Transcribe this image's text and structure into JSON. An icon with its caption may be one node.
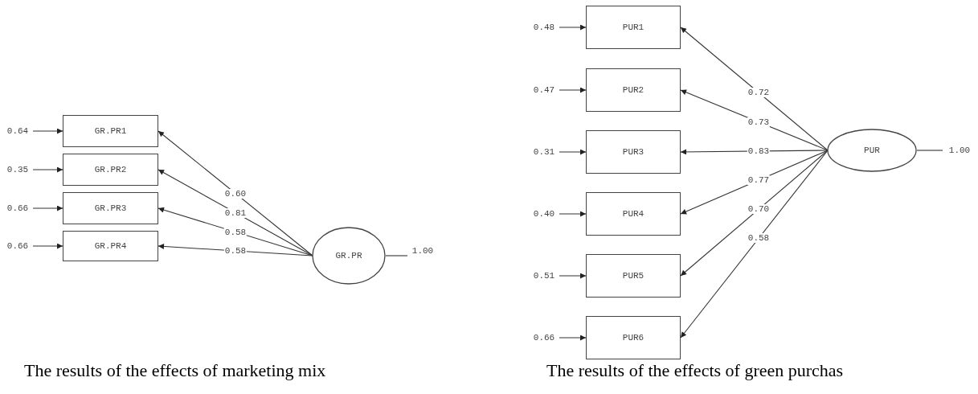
{
  "diagram": {
    "nodes": [
      {
        "text": [
          "GR.PR1"
        ]
      },
      {
        "text": [
          "GR.PR2"
        ]
      },
      {
        "text": [
          "GR.PR3"
        ]
      },
      {
        "text": [
          "GR.PR4"
        ]
      },
      {
        "text": [
          "GR.PR"
        ]
      },
      {
        "text": [
          "0.64"
        ]
      },
      {
        "text": [
          "0.35"
        ]
      },
      {
        "text": [
          "0.66"
        ]
      },
      {
        "text": [
          "0.66"
        ]
      },
      {
        "text": [
          "1.00"
        ]
      },
      {
        "text": [
          "PUR1"
        ]
      },
      {
        "text": [
          "PUR2"
        ]
      },
      {
        "text": [
          "PUR3"
        ]
      },
      {
        "text": [
          "PUR4"
        ]
      },
      {
        "text": [
          "PUR5"
        ]
      },
      {
        "text": [
          "PUR6"
        ]
      },
      {
        "text": [
          "PUR"
        ]
      },
      {
        "text": [
          "0.48"
        ]
      },
      {
        "text": [
          "0.47"
        ]
      },
      {
        "text": [
          "0.31"
        ]
      },
      {
        "text": [
          "0.40"
        ]
      },
      {
        "text": [
          "0.51"
        ]
      },
      {
        "text": [
          "0.66"
        ]
      },
      {
        "text": [
          "1.00"
        ]
      }
    ],
    "edges": [
      {
        "from": 4,
        "to": 0,
        "arrow": "to",
        "label": "0.60"
      },
      {
        "from": 4,
        "to": 1,
        "arrow": "to",
        "label": "0.81"
      },
      {
        "from": 4,
        "to": 2,
        "arrow": "to",
        "label": "0.58"
      },
      {
        "from": 4,
        "to": 3,
        "arrow": "to",
        "label": "0.58"
      },
      {
        "from": 5,
        "to": 0,
        "arrow": "to"
      },
      {
        "from": 6,
        "to": 1,
        "arrow": "to"
      },
      {
        "from": 7,
        "to": 2,
        "arrow": "to"
      },
      {
        "from": 8,
        "to": 3,
        "arrow": "to"
      },
      {
        "from": 4,
        "to": 9,
        "arrow": "none"
      },
      {
        "from": 16,
        "to": 10,
        "arrow": "to",
        "label": "0.72"
      },
      {
        "from": 16,
        "to": 11,
        "arrow": "to",
        "label": "0.73"
      },
      {
        "from": 16,
        "to": 12,
        "arrow": "to",
        "label": "0.83"
      },
      {
        "from": 16,
        "to": 13,
        "arrow": "to",
        "label": "0.77"
      },
      {
        "from": 16,
        "to": 14,
        "arrow": "to",
        "label": "0.70"
      },
      {
        "from": 16,
        "to": 15,
        "arrow": "to",
        "label": "0.58"
      },
      {
        "from": 17,
        "to": 10,
        "arrow": "to"
      },
      {
        "from": 18,
        "to": 11,
        "arrow": "to"
      },
      {
        "from": 19,
        "to": 12,
        "arrow": "to"
      },
      {
        "from": 20,
        "to": 13,
        "arrow": "to"
      },
      {
        "from": 21,
        "to": 14,
        "arrow": "to"
      },
      {
        "from": 22,
        "to": 15,
        "arrow": "to"
      },
      {
        "from": 16,
        "to": 23,
        "arrow": "none"
      }
    ],
    "labels": [
      "The results of the effects of marketing mix",
      "The results of the effects of green purchas"
    ]
  }
}
